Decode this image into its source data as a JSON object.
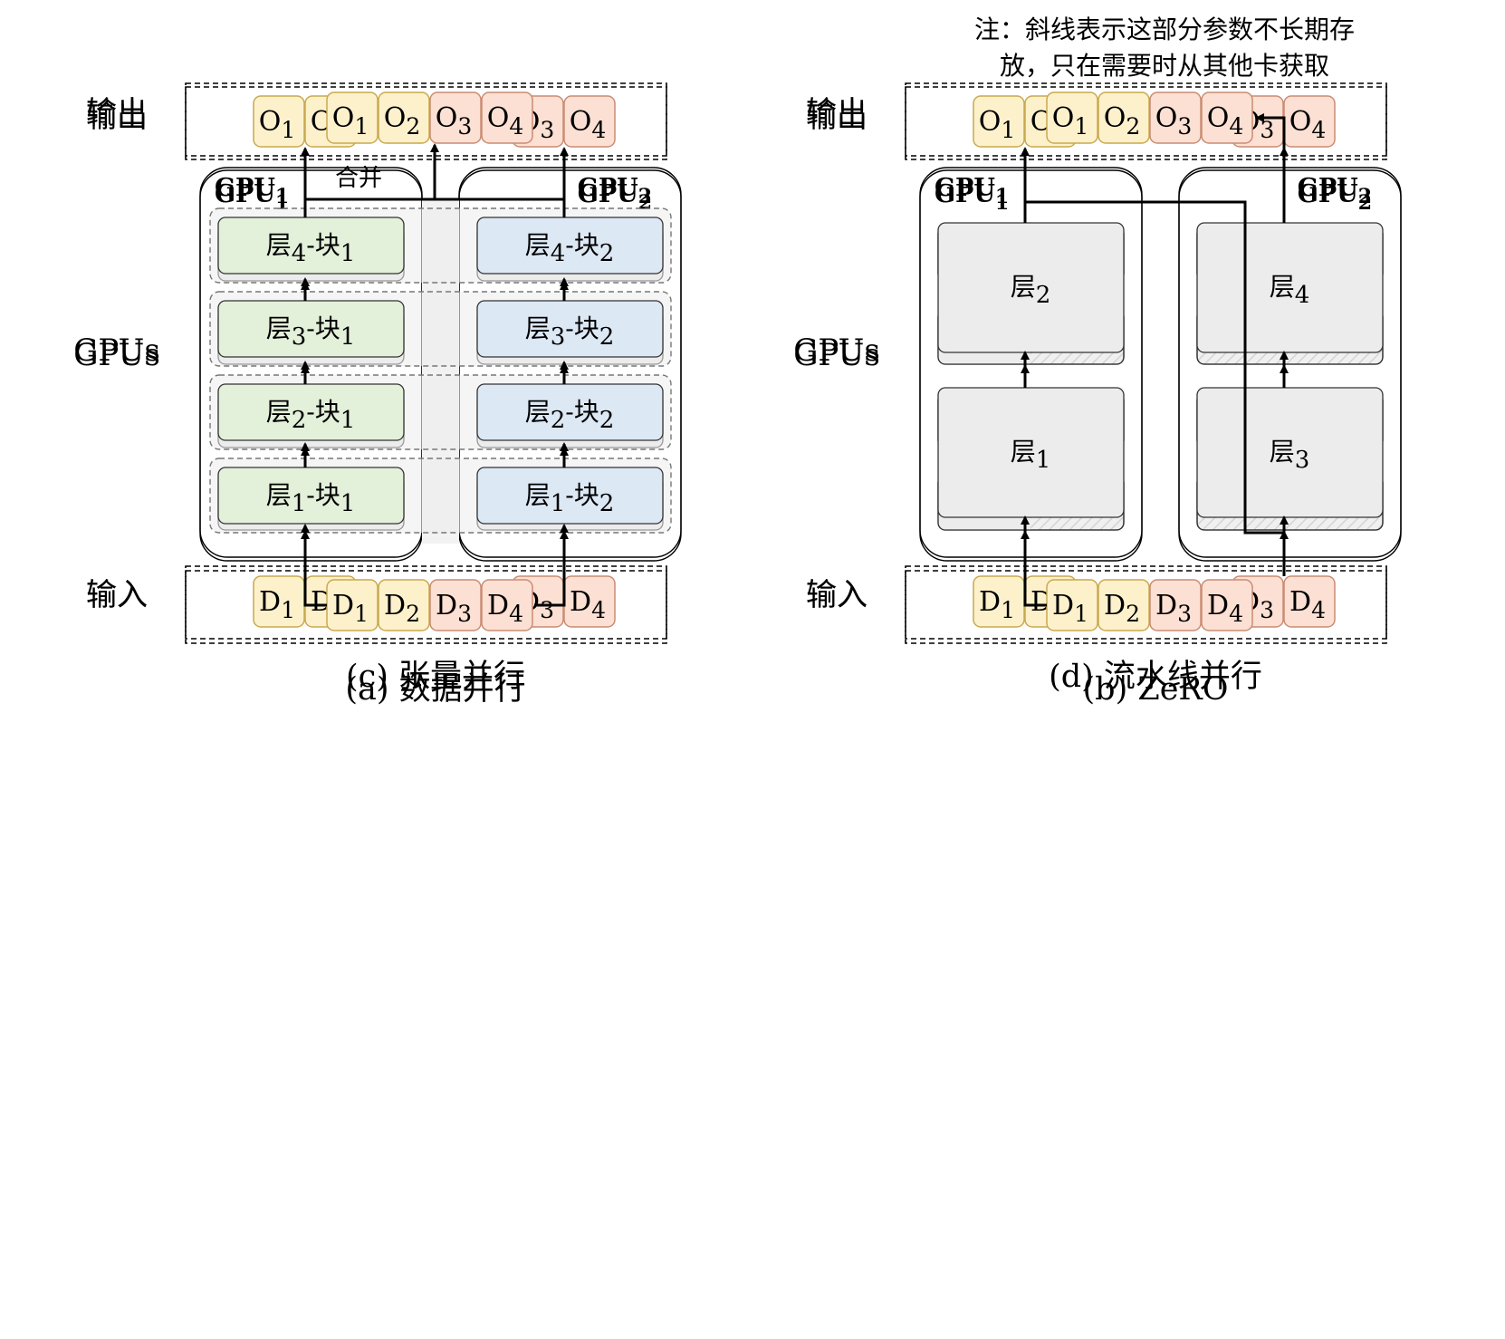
{
  "note": {
    "line1": "注：斜线表示这部分参数不长期存",
    "line2": "放，只在需要时从其他卡获取"
  },
  "row_labels": {
    "output": "输出",
    "gpus": "GPUs",
    "input": "输入"
  },
  "gpu_labels": {
    "gpu1": {
      "base": "GPU",
      "sub": "1"
    },
    "gpu2": {
      "base": "GPU",
      "sub": "2"
    }
  },
  "layer_char": "层",
  "block_char": "块",
  "merge_label": "合并",
  "output_items": [
    {
      "base": "O",
      "sub": "1",
      "group": "a"
    },
    {
      "base": "O",
      "sub": "2",
      "group": "a"
    },
    {
      "base": "O",
      "sub": "3",
      "group": "b"
    },
    {
      "base": "O",
      "sub": "4",
      "group": "b"
    }
  ],
  "input_items": [
    {
      "base": "D",
      "sub": "1",
      "group": "a"
    },
    {
      "base": "D",
      "sub": "2",
      "group": "a"
    },
    {
      "base": "D",
      "sub": "3",
      "group": "b"
    },
    {
      "base": "D",
      "sub": "4",
      "group": "b"
    }
  ],
  "panels": [
    {
      "id": "a",
      "caption": "(a)  数据并行",
      "type": "data-parallel"
    },
    {
      "id": "b",
      "caption": "(b) ZeRO",
      "type": "zero"
    },
    {
      "id": "c",
      "caption": "(c) 张量并行",
      "type": "tensor-parallel"
    },
    {
      "id": "d",
      "caption": "(d) 流水线并行",
      "type": "pipeline-parallel"
    }
  ],
  "colors": {
    "yellow_fill": "#fdf1cc",
    "yellow_stroke": "#c9a94e",
    "pink_fill": "#fbe0d3",
    "pink_stroke": "#c98c74",
    "layer_fill": "#ececec",
    "green_fill": "#e3f0da",
    "blue_fill": "#dde8f5",
    "band_fill": "#ececec",
    "stroke": "#333333"
  }
}
